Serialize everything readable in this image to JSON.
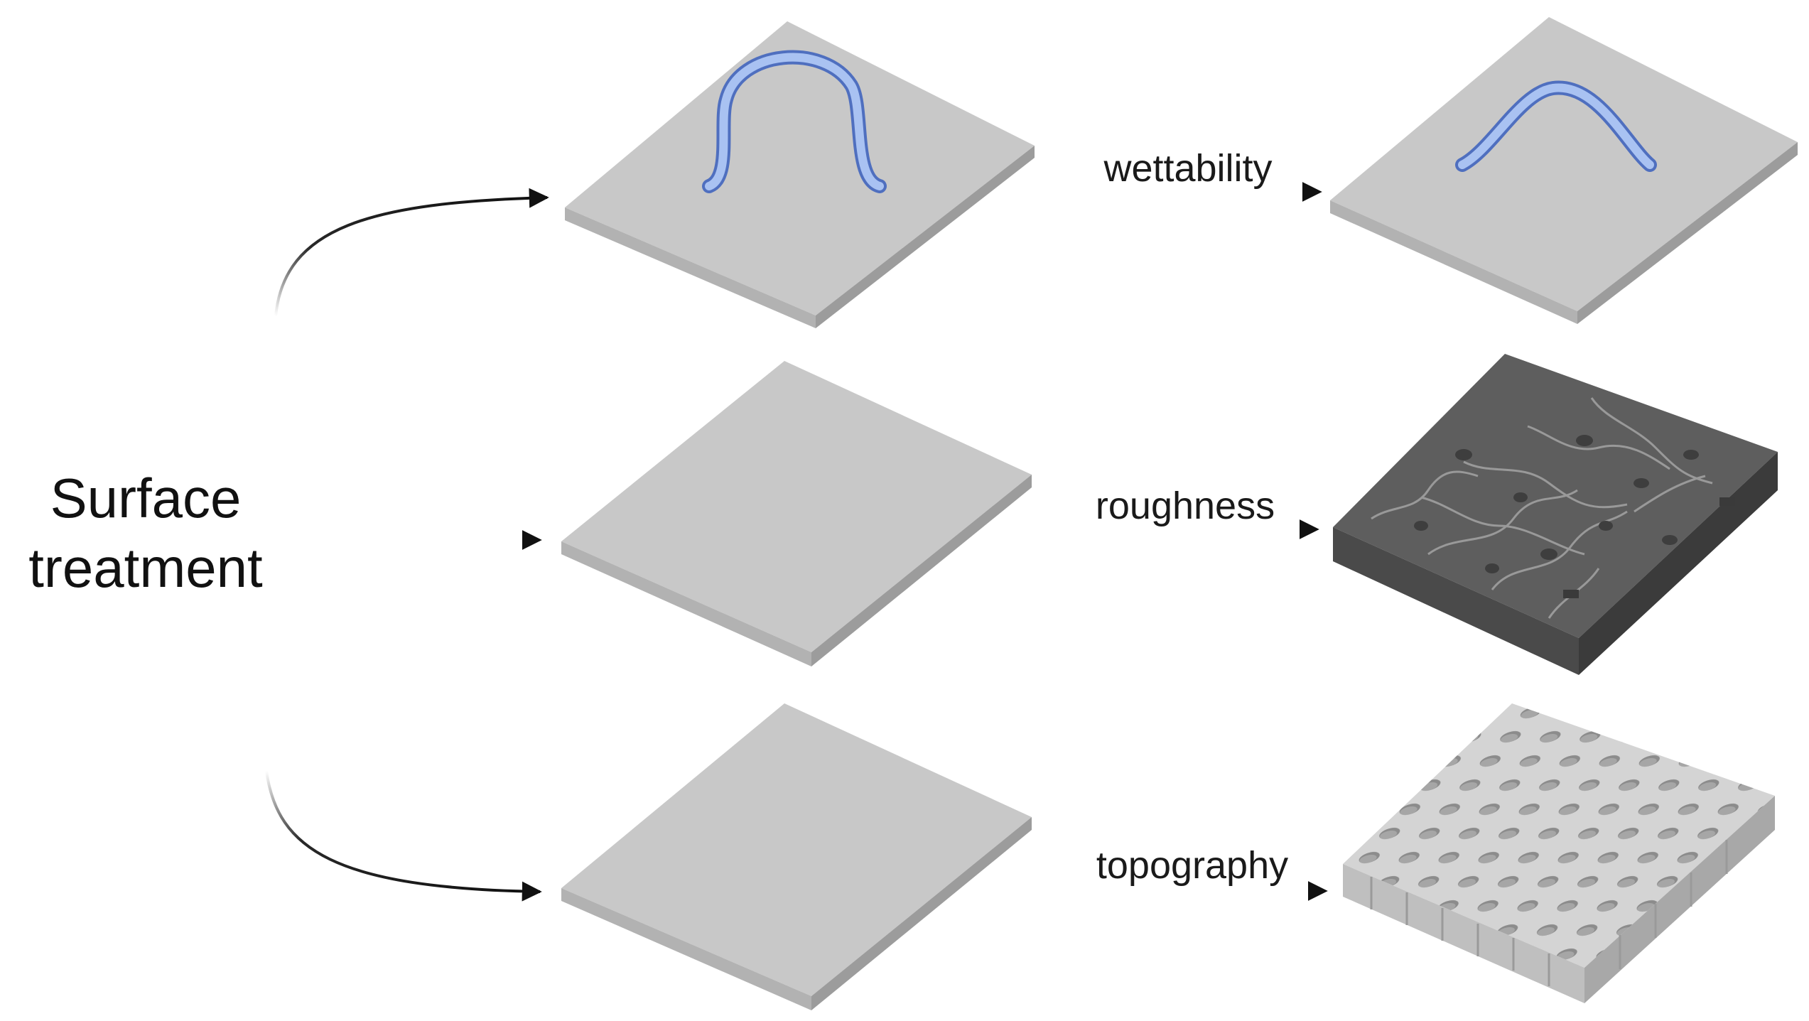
{
  "title": {
    "line1": "Surface",
    "line2": "treatment"
  },
  "rows": [
    {
      "label": "wettability"
    },
    {
      "label": "roughness"
    },
    {
      "label": "topography"
    }
  ],
  "colors": {
    "plate_top": "#c8c8c8",
    "plate_front": "#b0b0b0",
    "plate_side": "#9e9e9e",
    "droplet": "#5a7fd6",
    "rough_top": "#5f5f5f",
    "topo_top": "#d2d2d2"
  }
}
